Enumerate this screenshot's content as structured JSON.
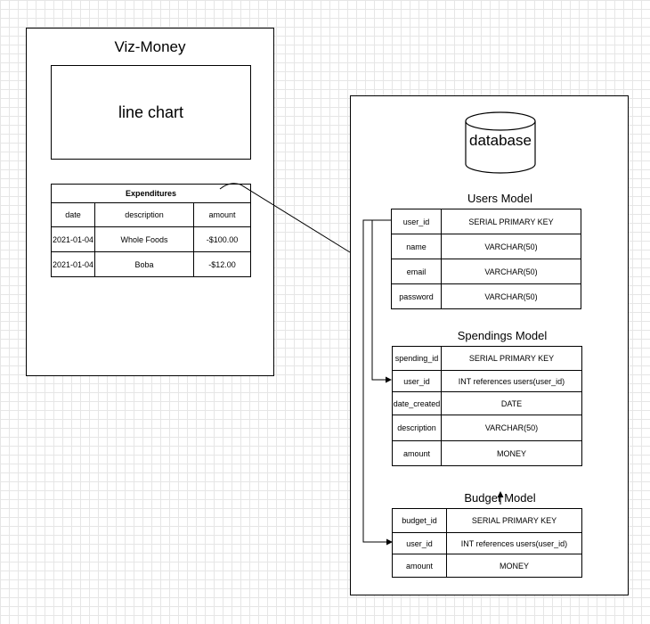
{
  "app": {
    "title": "Viz-Money",
    "chart_placeholder": "line chart",
    "expenditures": {
      "title": "Expenditures",
      "columns": [
        "date",
        "description",
        "amount"
      ],
      "rows": [
        [
          "2021-01-04",
          "Whole Foods",
          "-$100.00"
        ],
        [
          "2021-01-04",
          "Boba",
          "-$12.00"
        ]
      ]
    }
  },
  "database": {
    "label": "database",
    "models": [
      {
        "title": "Users Model",
        "fields": [
          {
            "name": "user_id",
            "type": "SERIAL PRIMARY KEY"
          },
          {
            "name": "name",
            "type": "VARCHAR(50)"
          },
          {
            "name": "email",
            "type": "VARCHAR(50)"
          },
          {
            "name": "password",
            "type": "VARCHAR(50)"
          }
        ]
      },
      {
        "title": "Spendings Model",
        "fields": [
          {
            "name": "spending_id",
            "type": "SERIAL PRIMARY KEY"
          },
          {
            "name": "user_id",
            "type": "INT references users(user_id)"
          },
          {
            "name": "date_created",
            "type": "DATE"
          },
          {
            "name": "description",
            "type": "VARCHAR(50)"
          },
          {
            "name": "amount",
            "type": "MONEY"
          }
        ]
      },
      {
        "title": "Budget Model",
        "fields": [
          {
            "name": "budget_id",
            "type": "SERIAL PRIMARY KEY"
          },
          {
            "name": "user_id",
            "type": "INT references users(user_id)"
          },
          {
            "name": "amount",
            "type": "MONEY"
          }
        ]
      }
    ]
  }
}
